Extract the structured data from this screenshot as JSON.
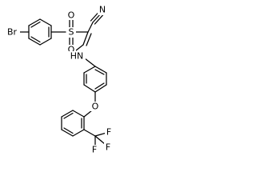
{
  "molecule": {
    "labels": {
      "bromine": "Br",
      "sulfur": "S",
      "sulfonyl_oxygen_upper": "O",
      "sulfonyl_oxygen_lower": "O",
      "nitrile_nitrogen": "N",
      "amine": "HN",
      "ether_oxygen": "O",
      "fluorine_1": "F",
      "fluorine_2": "F",
      "fluorine_3": "F"
    },
    "colors": {
      "ink": "#000000",
      "background": "#ffffff"
    }
  }
}
